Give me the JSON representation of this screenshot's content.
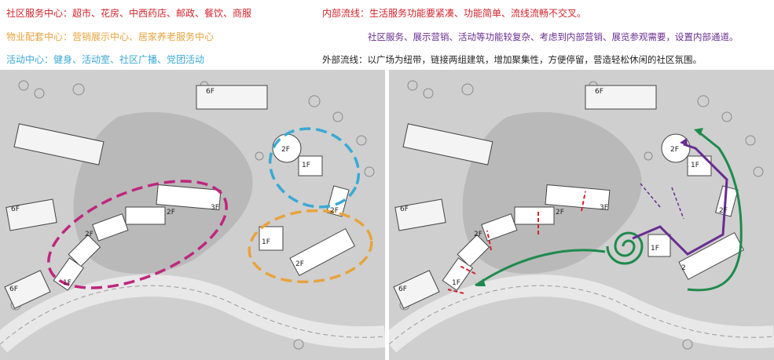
{
  "legend_left": {
    "community_service": "社区服务中心：超市、花房、中西药店、邮政、餐饮、商服",
    "property_support": "物业配套中心：营销展示中心、居家养老服务中心",
    "activity_center": "活动中心：健身、活动室、社区广播、党团活动"
  },
  "legend_right": {
    "internal_flow": "内部流线：生活服务功能要紧凑、功能简单、流线流畅不交叉。",
    "internal_flow_detail": "社区服务、展示营销、活动等功能较复杂、考虑到内部营销、展览参观需要，设置内部通道。",
    "external_flow": "外部流线：以广场为纽带，链接两组建筑，增加聚集性，方便停留，营造轻松休闲的社区氛围。"
  },
  "colors": {
    "community_service": "#d2232a",
    "property_support": "#e8a33c",
    "activity_center": "#3aa9d6",
    "internal_flow_detail": "#6a2c91",
    "external_flow": "#1f8a4c",
    "ring_magenta": "#c0267f",
    "ring_orange": "#e8a33c",
    "ring_blue": "#3aa9d6"
  },
  "floor_labels_left": {
    "f6_top": "6F",
    "f2_circle": "2F",
    "f1_top": "1F",
    "f2_right": "2F",
    "f3_mid": "3F",
    "f2_mid": "2F",
    "f2_left": "2F",
    "f1_left": "1F",
    "f6_bottom": "6F",
    "f1_orange": "1F",
    "f2_orange": "2F",
    "f6_left": "6F"
  },
  "floor_labels_right": {
    "f6_top": "6F",
    "f2_circle": "2F",
    "f1_top": "1F",
    "f2_right": "2F",
    "f3_mid": "3F",
    "f2_mid": "2F",
    "f2_left": "2F",
    "f1_left": "1F",
    "f6_bottom": "6F",
    "f1_center": "1F",
    "f6_left": "6F",
    "f2_small": "2"
  }
}
